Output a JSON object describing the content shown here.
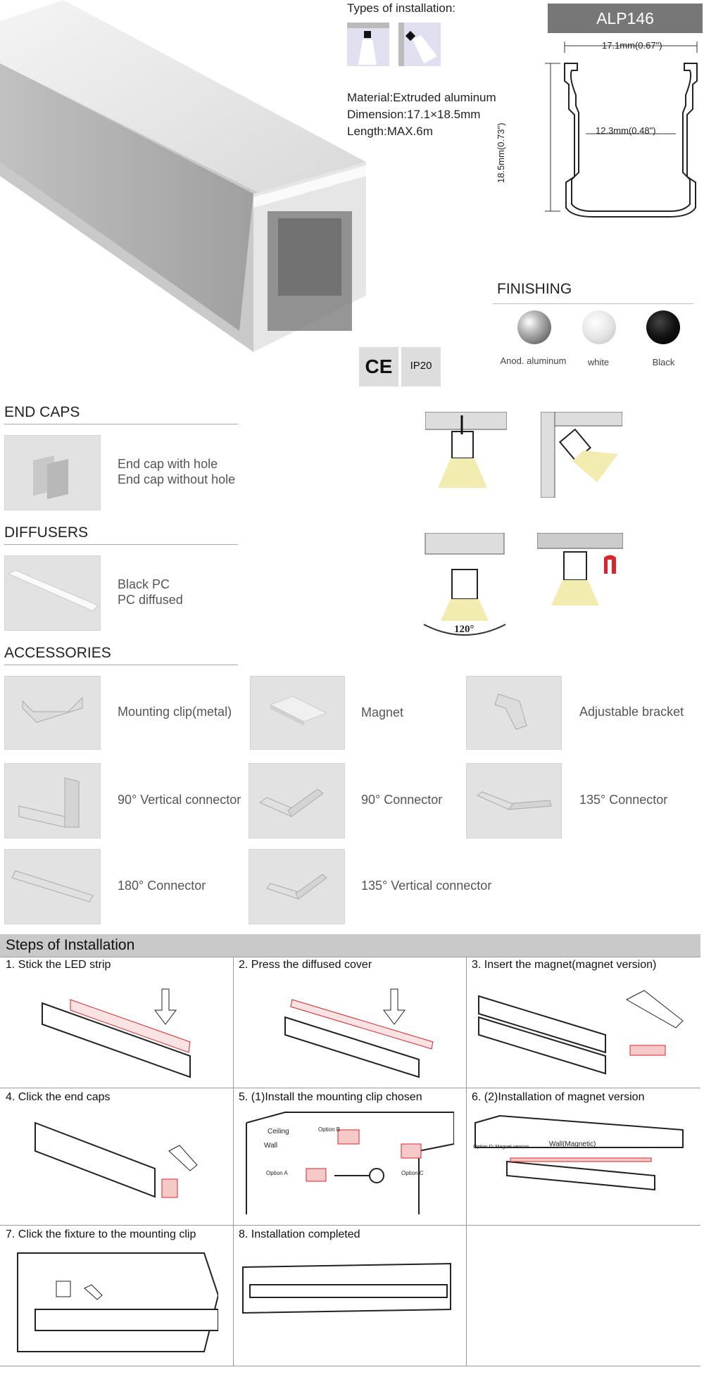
{
  "types_of_installation": {
    "title": "Types of installation:"
  },
  "specs": {
    "material": "Material:Extruded aluminum",
    "dimension": "Dimension:17.1×18.5mm",
    "length": "Length:MAX.6m"
  },
  "model": "ALP146",
  "profile_dims": {
    "width": "17.1mm(0.67\")",
    "height": "18.5mm(0.73\")",
    "inner": "12.3mm(0.48\")"
  },
  "certifications": {
    "ce": "CE",
    "ip": "IP20"
  },
  "finishing": {
    "title": "FINISHING",
    "items": [
      {
        "label": "Anod. aluminum",
        "color": "#8a8a8a"
      },
      {
        "label": "white",
        "color": "#dcdcdc"
      },
      {
        "label": "Black",
        "color": "#111111"
      }
    ]
  },
  "end_caps": {
    "title": "END CAPS",
    "line1": "End cap with hole",
    "line2": "End cap without hole"
  },
  "diffusers": {
    "title": "DIFFUSERS",
    "line1": "Black PC",
    "line2": "PC diffused"
  },
  "accessories": {
    "title": "ACCESSORIES",
    "items": [
      {
        "label": "Mounting clip(metal)"
      },
      {
        "label": "Magnet"
      },
      {
        "label": "Adjustable bracket"
      },
      {
        "label": "90° Vertical connector"
      },
      {
        "label": "90° Connector"
      },
      {
        "label": "135°  Connector"
      },
      {
        "label": "180° Connector"
      },
      {
        "label": "135° Vertical connector"
      }
    ]
  },
  "mount_diagram": {
    "angle": "120°"
  },
  "steps": {
    "title": "Steps of Installation",
    "items": [
      {
        "label": "1. Stick the LED strip"
      },
      {
        "label": "2. Press the diffused cover"
      },
      {
        "label": "3. Insert the magnet(magnet version)"
      },
      {
        "label": "4. Click the end caps"
      },
      {
        "label": "5. (1)Install the mounting clip chosen"
      },
      {
        "label": "6. (2)Installation of magnet version"
      },
      {
        "label": "7. Click the fixture to the mounting clip"
      },
      {
        "label": "8. Installation completed"
      }
    ],
    "step5": {
      "ceiling": "Ceiling",
      "wall": "Wall",
      "option_a": "Option A",
      "option_b": "Option B",
      "option_c": "Option C"
    },
    "step6": {
      "wall_magnetic": "Wall(Magnetic)",
      "option_d": "Option D: Magnet version"
    }
  },
  "colors": {
    "accent_red": "#d9262c",
    "light_yellow": "#f3ecb0",
    "header_gray": "#777777"
  }
}
